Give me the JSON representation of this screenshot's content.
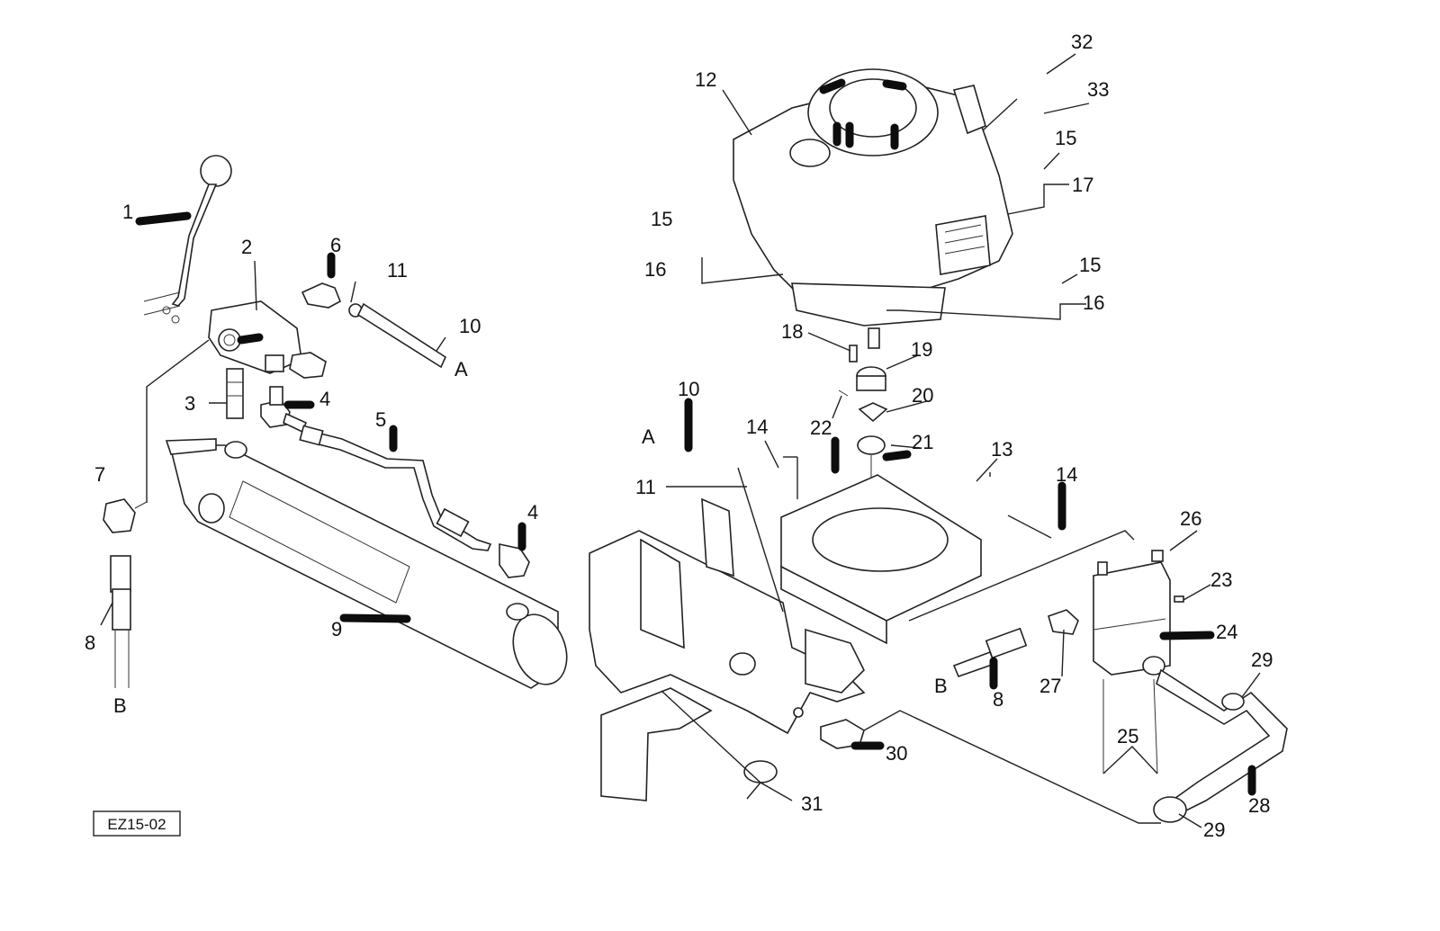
{
  "drawing_code": "EZ15-02",
  "connection_labels": {
    "A": "A",
    "B": "B"
  },
  "callouts": {
    "c1": "1",
    "c2": "2",
    "c3": "3",
    "c4a": "4",
    "c4b": "4",
    "c5": "5",
    "c6": "6",
    "c7": "7",
    "c8a": "8",
    "c8b": "8",
    "c9": "9",
    "c10a": "10",
    "c10b": "10",
    "c11a": "11",
    "c11b": "11",
    "c12": "12",
    "c13": "13",
    "c14a": "14",
    "c14b": "14",
    "c15a": "15",
    "c15b": "15",
    "c15c": "15",
    "c16a": "16",
    "c16b": "16",
    "c17": "17",
    "c18": "18",
    "c19": "19",
    "c20": "20",
    "c21": "21",
    "c22": "22",
    "c23": "23",
    "c24": "24",
    "c25": "25",
    "c26": "26",
    "c27": "27",
    "c28": "28",
    "c29a": "29",
    "c29b": "29",
    "c30": "30",
    "c31": "31",
    "c32": "32",
    "c33": "33"
  }
}
